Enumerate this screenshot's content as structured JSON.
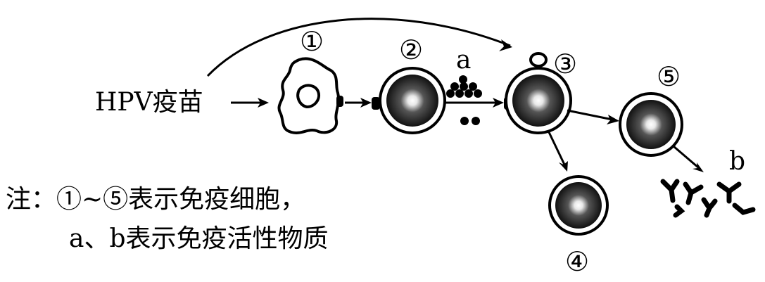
{
  "vaccine_label": "HPV疫苗",
  "cells": {
    "c1": "①",
    "c2": "②",
    "c3": "③",
    "c4": "④",
    "c5": "⑤"
  },
  "substances": {
    "a": "a",
    "b": "b"
  },
  "note": {
    "line1": "注：①~⑤表示免疫细胞，",
    "line2": "a、b表示免疫活性物质"
  }
}
